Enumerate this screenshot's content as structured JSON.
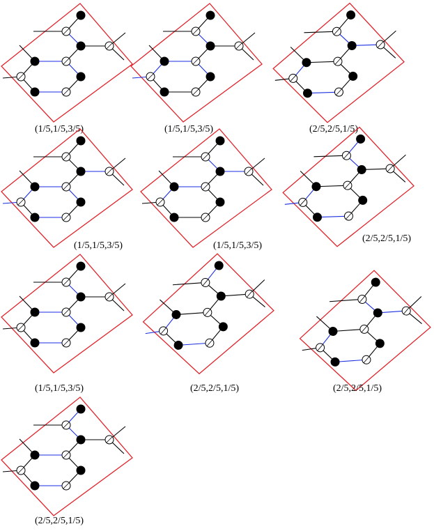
{
  "colors": {
    "frame": "#e0242b",
    "bond_black": "#000000",
    "bond_blue": "#1a2ee0",
    "node_filled": "#000000",
    "node_open": "#ffffff"
  },
  "panels": [
    {
      "caption": "(1/5,1/5,3/5)"
    },
    {
      "caption": "(1/5,1/5,3/5)"
    },
    {
      "caption": "(2/5,2/5,1/5)"
    },
    {
      "caption": "(1/5,1/5,3/5)"
    },
    {
      "caption": "(1/5,1/5,3/5)"
    },
    {
      "caption": "(2/5,2/5,1/5)"
    },
    {
      "caption": "(1/5,1/5,3/5)"
    },
    {
      "caption": "(2/5,2/5,1/5)"
    },
    {
      "caption": "(2/5,2/5,1/5)"
    },
    {
      "caption": "(2/5,2/5,1/5)"
    }
  ]
}
